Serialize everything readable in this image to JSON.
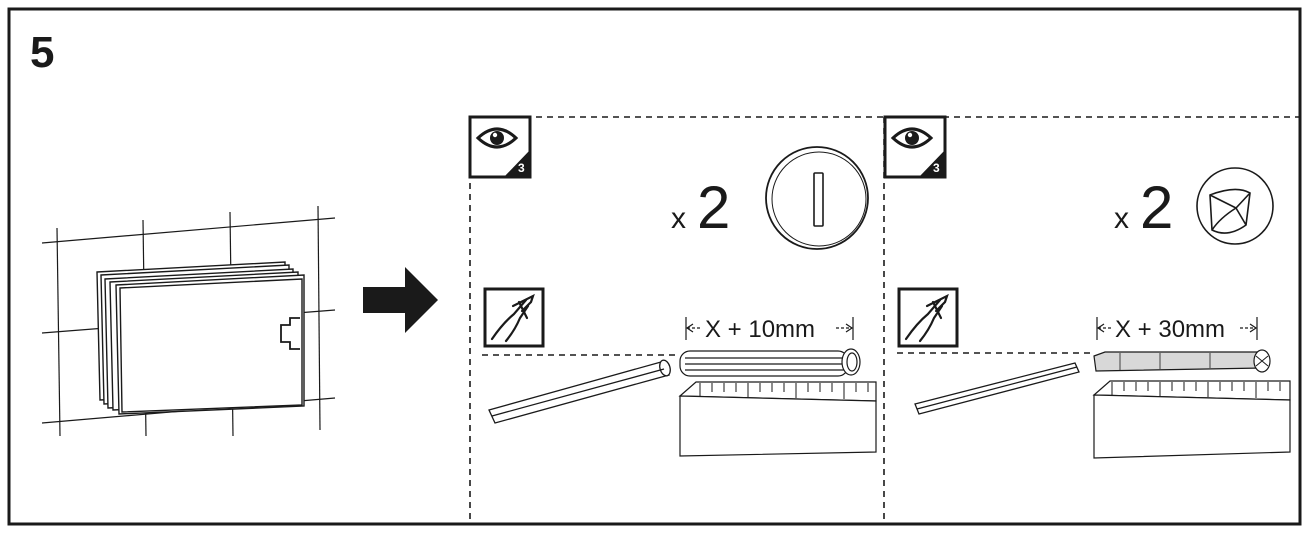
{
  "step": {
    "number": "5"
  },
  "panels": [
    {
      "quantity": {
        "prefix": "x",
        "count": "2"
      },
      "info_badge": "3",
      "measurement": "X + 10mm",
      "screw_head": "flat-slot-cover-cap",
      "tool": "wire-cutter-icon"
    },
    {
      "quantity": {
        "prefix": "x",
        "count": "2"
      },
      "info_badge": "3",
      "measurement": "X + 30mm",
      "screw_head": "rounded-cover-cap",
      "tool": "wire-cutter-icon"
    }
  ],
  "colors": {
    "ink": "#1a1a1a",
    "background": "#ffffff"
  }
}
